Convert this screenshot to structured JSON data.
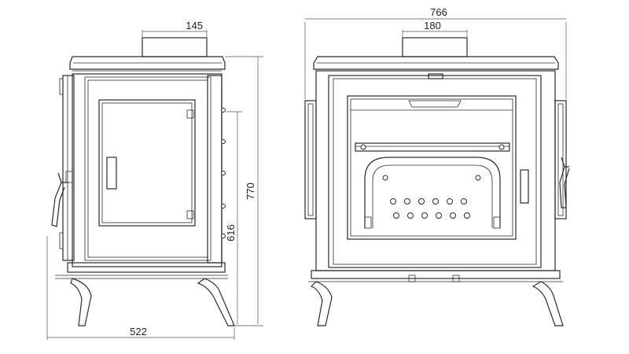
{
  "dimensions": {
    "side_height_total": "770",
    "side_height_flue": "616",
    "side_depth": "522",
    "side_flue_width": "145",
    "front_width": "766",
    "front_flue_width": "180"
  }
}
